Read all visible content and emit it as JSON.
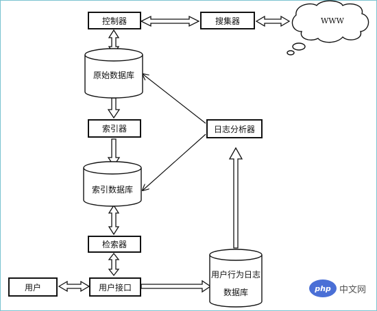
{
  "nodes": {
    "controller": "控制器",
    "collector": "搜集器",
    "www": "WWW",
    "raw_db": "原始数据库",
    "indexer": "索引器",
    "log_analyzer": "日志分析器",
    "index_db": "索引数据库",
    "retriever": "检索器",
    "user": "用户",
    "user_interface": "用户接口",
    "user_behavior_db_line1": "用户行为日志",
    "user_behavior_db_line2": "数据库"
  },
  "watermark": {
    "logo": "php",
    "text": "中文网"
  }
}
